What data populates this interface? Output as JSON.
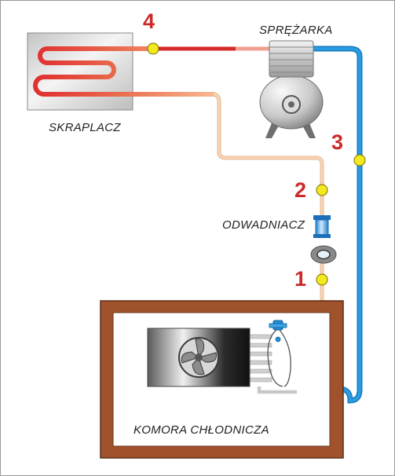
{
  "labels": {
    "condenser": "SKRAPLACZ",
    "compressor": "SPRĘŻARKA",
    "dryer": "ODWADNIACZ",
    "chamber": "KOMORA CHŁODNICZA"
  },
  "points": [
    "1",
    "2",
    "3",
    "4"
  ],
  "colors": {
    "hot_line": "#d42a2a",
    "liquid_line": "#f4c4a0",
    "suction_line": "#1a8fd8",
    "chamber_frame": "#a0522d",
    "point_fill": "#f2ea1e",
    "number_text": "#cc2a2a"
  }
}
